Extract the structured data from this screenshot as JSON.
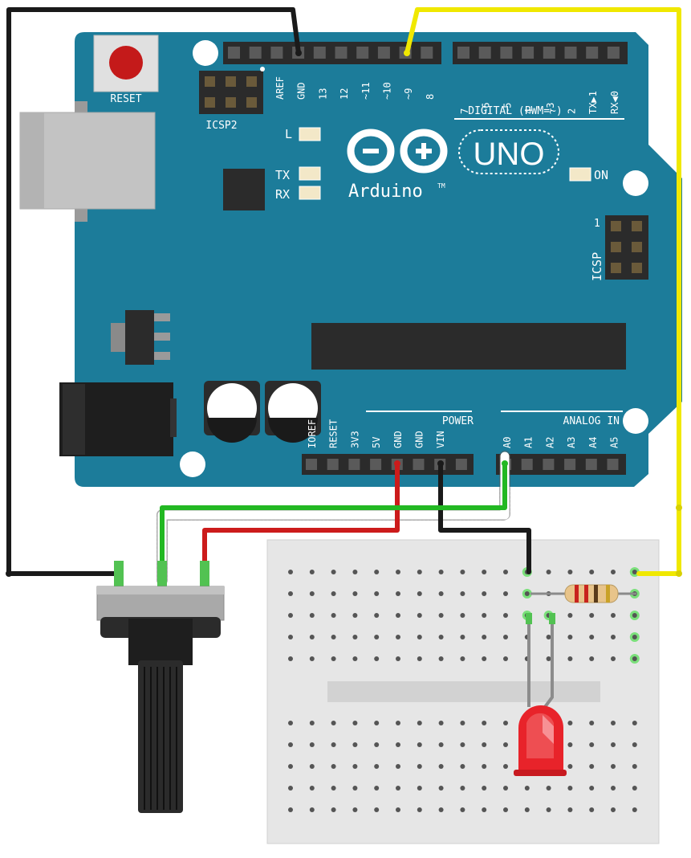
{
  "board": {
    "reset_label": "RESET",
    "icsp2_label": "ICSP2",
    "icsp_label": "ICSP",
    "icsp_pin1": "1",
    "digital_label": "DIGITAL (PWM=~)",
    "power_label": "POWER",
    "analog_label": "ANALOG IN",
    "brand": "Arduino",
    "trademark": "TM",
    "model": "UNO",
    "led_l": "L",
    "led_tx": "TX",
    "led_rx": "RX",
    "led_on": "ON",
    "top_header_left": [
      "AREF",
      "GND",
      "13",
      "12",
      "~11",
      "~10",
      "~9",
      "8"
    ],
    "top_header_right": [
      "7",
      "~6",
      "~5",
      "4",
      "~3",
      "2",
      "TX▶1",
      "RX◀0"
    ],
    "power_pins": [
      "IOREF",
      "RESET",
      "3V3",
      "5V",
      "GND",
      "GND",
      "VIN"
    ],
    "analog_pins": [
      "A0",
      "A1",
      "A2",
      "A3",
      "A4",
      "A5"
    ]
  },
  "colors": {
    "board": "#1c7c9a",
    "board_text": "#ffffff",
    "header": "#2b2b2b",
    "wire_black": "#1a1a1a",
    "wire_red": "#cc1b1b",
    "wire_green": "#22b822",
    "wire_yellow": "#f0e800",
    "led": "#e8232a",
    "breadboard": "#e6e6e6"
  },
  "icons": {
    "logo": "arduino-infinity-logo",
    "potentiometer": "potentiometer-icon",
    "resistor": "resistor-icon",
    "led": "red-led-icon",
    "breadboard": "breadboard-icon"
  }
}
